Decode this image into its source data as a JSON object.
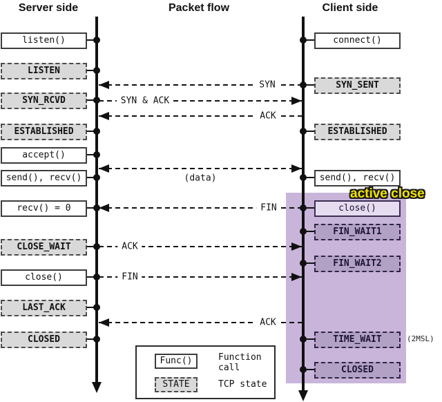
{
  "headers": {
    "server": "Server side",
    "flow": "Packet flow",
    "client": "Client side"
  },
  "server": {
    "boxes": [
      {
        "label": "listen()",
        "kind": "function"
      },
      {
        "label": "LISTEN",
        "kind": "state"
      },
      {
        "label": "SYN_RCVD",
        "kind": "state"
      },
      {
        "label": "ESTABLISHED",
        "kind": "state"
      },
      {
        "label": "accept()",
        "kind": "function"
      },
      {
        "label": "send(), recv()",
        "kind": "function"
      },
      {
        "label": "recv() = 0",
        "kind": "function"
      },
      {
        "label": "CLOSE_WAIT",
        "kind": "state"
      },
      {
        "label": "close()",
        "kind": "function"
      },
      {
        "label": "LAST_ACK",
        "kind": "state"
      },
      {
        "label": "CLOSED",
        "kind": "state"
      }
    ]
  },
  "client": {
    "boxes": [
      {
        "label": "connect()",
        "kind": "function"
      },
      {
        "label": "SYN_SENT",
        "kind": "state"
      },
      {
        "label": "ESTABLISHED",
        "kind": "state"
      },
      {
        "label": "send(), recv()",
        "kind": "function"
      },
      {
        "label": "close()",
        "kind": "function",
        "highlighted": true
      },
      {
        "label": "FIN_WAIT1",
        "kind": "state",
        "highlighted": true
      },
      {
        "label": "FIN_WAIT2",
        "kind": "state",
        "highlighted": true
      },
      {
        "label": "TIME_WAIT",
        "kind": "state",
        "highlighted": true
      },
      {
        "label": "CLOSED",
        "kind": "state",
        "highlighted": true
      }
    ]
  },
  "arrows": [
    {
      "label": "SYN",
      "from": "client",
      "to": "server"
    },
    {
      "label": "SYN & ACK",
      "from": "server",
      "to": "client"
    },
    {
      "label": "ACK",
      "from": "client",
      "to": "server"
    },
    {
      "label": "(data)",
      "from": "both",
      "to": "both"
    },
    {
      "label": "FIN",
      "from": "client",
      "to": "server"
    },
    {
      "label": "ACK",
      "from": "server",
      "to": "client"
    },
    {
      "label": "FIN",
      "from": "server",
      "to": "client"
    },
    {
      "label": "ACK",
      "from": "client",
      "to": "server"
    }
  ],
  "annotations": {
    "active_close": "active close",
    "msl": "(2MSL)"
  },
  "legend": {
    "func_sample": "Func()",
    "func_desc": "Function call",
    "state_sample": "STATE",
    "state_desc": "TCP state"
  },
  "colors": {
    "highlight_region": "#c9b5da",
    "highlight_state_bg": "#b2a1c5",
    "highlight_func_bg": "#e6dcf0",
    "state_bg": "#d9d9d9",
    "active_close_text": "#f2e400"
  }
}
